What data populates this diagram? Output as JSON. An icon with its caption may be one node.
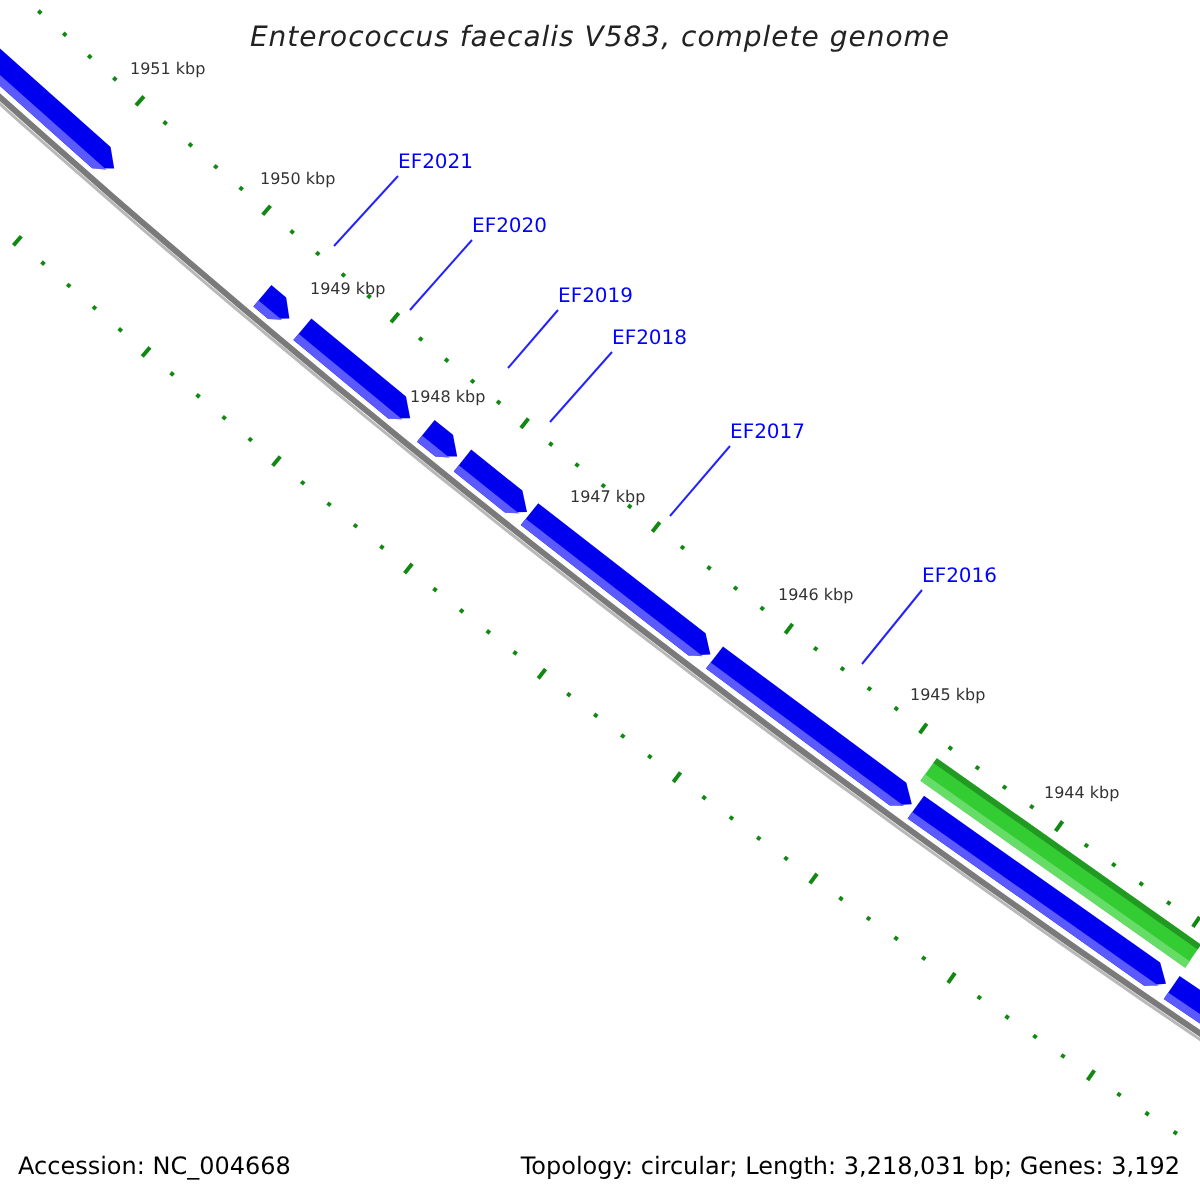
{
  "diagram": {
    "title": "Enterococcus faecalis V583, complete genome",
    "nodes": [
      {
        "text": [
          "EF2021"
        ]
      },
      {
        "text": [
          "EF2020"
        ]
      },
      {
        "text": [
          "EF2019"
        ]
      },
      {
        "text": [
          "EF2018"
        ]
      },
      {
        "text": [
          "EF2017"
        ]
      },
      {
        "text": [
          "EF2016"
        ]
      }
    ],
    "edges": [
      {
        "from": 0,
        "to": null,
        "arrow": "none"
      },
      {
        "from": 1,
        "to": null,
        "arrow": "none"
      },
      {
        "from": 2,
        "to": null,
        "arrow": "none"
      },
      {
        "from": 3,
        "to": null,
        "arrow": "none"
      },
      {
        "from": 4,
        "to": null,
        "arrow": "none"
      },
      {
        "from": 5,
        "to": null,
        "arrow": "none"
      }
    ],
    "labels": [
      "1951 kbp",
      "1950 kbp",
      "1949 kbp",
      "1948 kbp",
      "1947 kbp",
      "1946 kbp",
      "1945 kbp",
      "1944 kbp",
      "Accession: NC_004668",
      "Topology: circular; Length: 3,218,031 bp; Genes: 3,192"
    ]
  }
}
